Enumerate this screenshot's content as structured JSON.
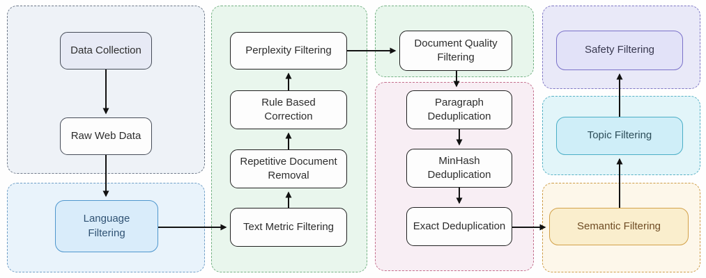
{
  "diagram": {
    "type": "flowchart",
    "description": "Web data curation pipeline",
    "nodes": {
      "data_collection": {
        "label": "Data Collection"
      },
      "raw_web_data": {
        "label": "Raw Web Data"
      },
      "language_filtering": {
        "label": "Language Filtering"
      },
      "text_metric_filtering": {
        "label": "Text Metric Filtering"
      },
      "repetitive_document_removal": {
        "label": "Repetitive Document Removal"
      },
      "rule_based_correction": {
        "label": "Rule Based Correction"
      },
      "perplexity_filtering": {
        "label": "Perplexity Filtering"
      },
      "document_quality_filtering": {
        "label": "Document Quality Filtering"
      },
      "paragraph_deduplication": {
        "label": "Paragraph Deduplication"
      },
      "minhash_deduplication": {
        "label": "MinHash Deduplication"
      },
      "exact_deduplication": {
        "label": "Exact Deduplication"
      },
      "safety_filtering": {
        "label": "Safety Filtering"
      },
      "topic_filtering": {
        "label": "Topic Filtering"
      },
      "semantic_filtering": {
        "label": "Semantic Filtering"
      }
    },
    "edges": [
      {
        "from": "data_collection",
        "to": "raw_web_data"
      },
      {
        "from": "raw_web_data",
        "to": "language_filtering"
      },
      {
        "from": "language_filtering",
        "to": "text_metric_filtering"
      },
      {
        "from": "text_metric_filtering",
        "to": "repetitive_document_removal"
      },
      {
        "from": "repetitive_document_removal",
        "to": "rule_based_correction"
      },
      {
        "from": "rule_based_correction",
        "to": "perplexity_filtering"
      },
      {
        "from": "perplexity_filtering",
        "to": "document_quality_filtering"
      },
      {
        "from": "document_quality_filtering",
        "to": "paragraph_deduplication"
      },
      {
        "from": "paragraph_deduplication",
        "to": "minhash_deduplication"
      },
      {
        "from": "minhash_deduplication",
        "to": "exact_deduplication"
      },
      {
        "from": "exact_deduplication",
        "to": "semantic_filtering"
      },
      {
        "from": "semantic_filtering",
        "to": "topic_filtering"
      },
      {
        "from": "topic_filtering",
        "to": "safety_filtering"
      }
    ],
    "palette": {
      "collection_group_bg": "#eef2f7",
      "collection_group_border": "#6d7888",
      "language_group_bg": "#e9f3fb",
      "language_group_border": "#6e9ec6",
      "text_quality_group_bg": "#e9f6ed",
      "text_quality_group_border": "#74b183",
      "dedup_group_bg": "#f8eef4",
      "dedup_group_border": "#c4708d",
      "safety_group_bg": "#e9e9f8",
      "safety_group_border": "#7e76c4",
      "topic_group_bg": "#e2f5f9",
      "topic_group_border": "#55b0c4",
      "semantic_group_bg": "#fdf7ea",
      "semantic_group_border": "#cd9b45",
      "language_node_fill": "#d9ecfa",
      "language_node_border": "#4e96cd",
      "safety_node_fill": "#e2e2f8",
      "safety_node_border": "#7a71c9",
      "topic_node_fill": "#cfeef8",
      "topic_node_border": "#4aaec6",
      "semantic_node_fill": "#faeecd",
      "semantic_node_border": "#d2a149",
      "plain_node_fill": "#fdfdfd",
      "plain_node_border": "#1f1f1f",
      "arrow_color": "#111111"
    }
  }
}
